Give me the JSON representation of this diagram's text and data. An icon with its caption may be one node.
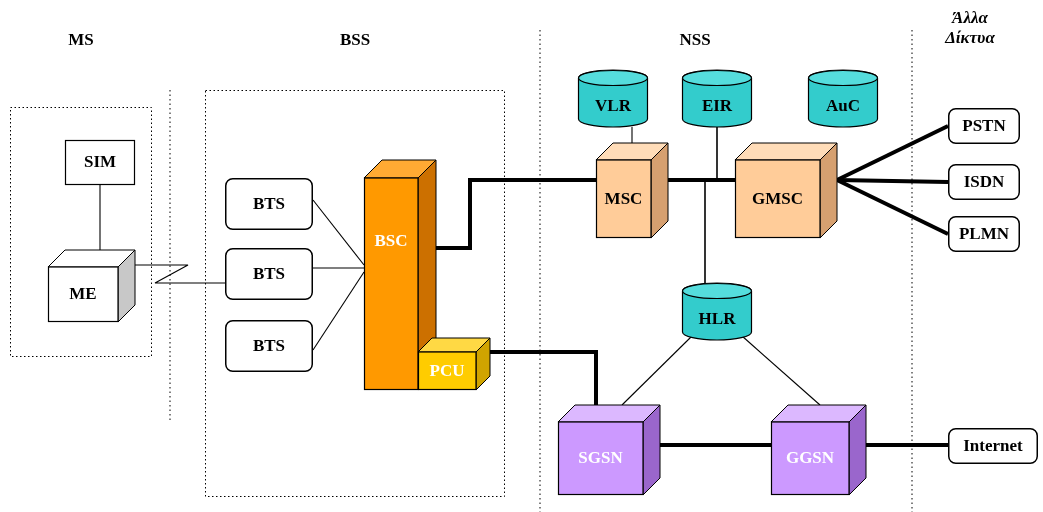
{
  "diagram": {
    "nodes": [
      {
        "text": [
          "MS"
        ]
      },
      {
        "text": [
          "SIM"
        ],
        "in": 0
      },
      {
        "text": [
          "ME"
        ],
        "in": 0
      },
      {
        "text": [
          "BSS"
        ]
      },
      {
        "text": [
          "BTS"
        ],
        "in": 3
      },
      {
        "text": [
          "BTS"
        ],
        "in": 3
      },
      {
        "text": [
          "BTS"
        ],
        "in": 3
      },
      {
        "text": [
          "BSC"
        ],
        "in": 3
      },
      {
        "text": [
          "PCU"
        ],
        "in": 3
      },
      {
        "text": [
          "VLR"
        ]
      },
      {
        "text": [
          "EIR"
        ]
      },
      {
        "text": [
          "AuC"
        ]
      },
      {
        "text": [
          "MSC"
        ]
      },
      {
        "text": [
          "GMSC"
        ]
      },
      {
        "text": [
          "PSTN"
        ]
      },
      {
        "text": [
          "ISDN"
        ]
      },
      {
        "text": [
          "PLMN"
        ]
      },
      {
        "text": [
          "HLR"
        ]
      },
      {
        "text": [
          "SGSN"
        ]
      },
      {
        "text": [
          "GGSN"
        ]
      },
      {
        "text": [
          "Internet"
        ]
      }
    ],
    "edges": [
      {
        "from": 1,
        "to": 2,
        "arrow": "none"
      },
      {
        "from": 2,
        "to": 5,
        "arrow": "none"
      },
      {
        "from": 4,
        "to": 7,
        "arrow": "none"
      },
      {
        "from": 5,
        "to": 7,
        "arrow": "none"
      },
      {
        "from": 6,
        "to": 7,
        "arrow": "none"
      },
      {
        "from": 7,
        "to": 12,
        "arrow": "none",
        "style": "thick"
      },
      {
        "from": 9,
        "to": 12,
        "arrow": "none"
      },
      {
        "from": 12,
        "to": 13,
        "arrow": "none",
        "style": "thick"
      },
      {
        "from": 10,
        "to": 12,
        "arrow": "none"
      },
      {
        "from": 10,
        "to": 13,
        "arrow": "none"
      },
      {
        "from": 17,
        "to": 12,
        "arrow": "none"
      },
      {
        "from": 17,
        "to": 13,
        "arrow": "none"
      },
      {
        "from": 13,
        "to": 14,
        "arrow": "none",
        "style": "thick"
      },
      {
        "from": 13,
        "to": 15,
        "arrow": "none",
        "style": "thick"
      },
      {
        "from": 13,
        "to": 16,
        "arrow": "none",
        "style": "thick"
      },
      {
        "from": 8,
        "to": 18,
        "arrow": "none",
        "style": "thick"
      },
      {
        "from": 17,
        "to": 18,
        "arrow": "none"
      },
      {
        "from": 17,
        "to": 19,
        "arrow": "none"
      },
      {
        "from": 18,
        "to": 19,
        "arrow": "none",
        "style": "thick"
      },
      {
        "from": 19,
        "to": 20,
        "arrow": "none",
        "style": "thick"
      }
    ],
    "labels": [
      "NSS",
      "Άλλα Δίκτυα"
    ]
  }
}
